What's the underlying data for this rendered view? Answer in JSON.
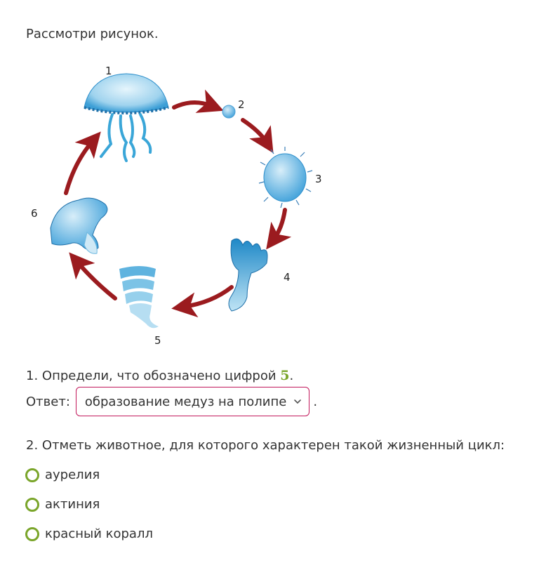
{
  "intro": "Рассмотри рисунок.",
  "figure": {
    "labels": [
      "1",
      "2",
      "3",
      "4",
      "5",
      "6"
    ],
    "colors": {
      "arrow": "#9b1b1f",
      "body_light": "#cfe9f6",
      "body_mid": "#6fb9e0",
      "body_dark": "#1e88c7"
    }
  },
  "question1": {
    "text_before": "1. Определи, что обозначено цифрой ",
    "digit": "5",
    "text_after": ".",
    "answer_label": "Ответ:",
    "selected": "образование медуз на полипе",
    "after_select": "."
  },
  "question2": {
    "text": "2. Отметь животное, для которого характерен такой жизненный цикл:",
    "options": [
      "аурелия",
      "актиния",
      "красный коралл"
    ]
  },
  "colors": {
    "accent_green": "#7aa52a",
    "select_border": "#c2185b"
  }
}
